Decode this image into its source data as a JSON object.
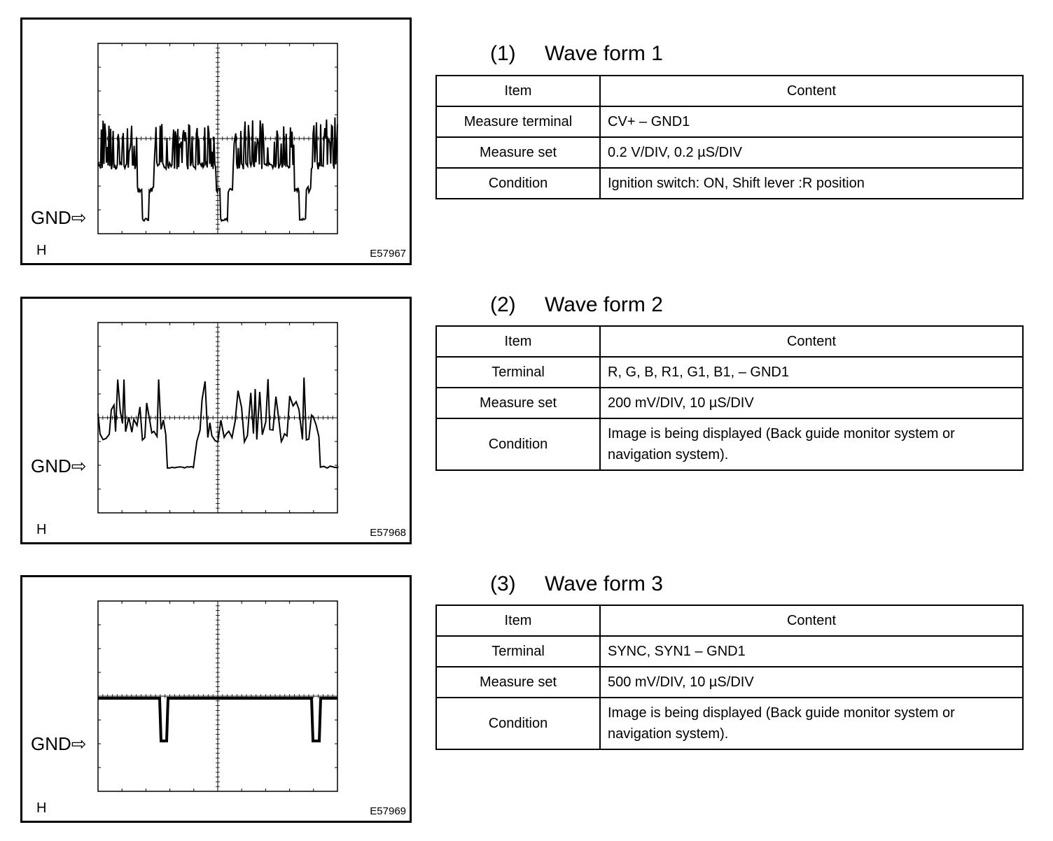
{
  "panels": [
    {
      "gnd_label": "GND",
      "h_label": "H",
      "figure_code": "E57967",
      "title_num": "(1)",
      "title": "Wave form 1",
      "header": {
        "item": "Item",
        "content": "Content"
      },
      "rows": [
        {
          "item": "Measure terminal",
          "content": "CV+ – GND1"
        },
        {
          "item": "Measure set",
          "content": "0.2 V/DIV, 0.2 µS/DIV"
        },
        {
          "item": "Condition",
          "content": "Ignition switch: ON, Shift lever :R position"
        }
      ],
      "waveform": "composite-video"
    },
    {
      "gnd_label": "GND",
      "h_label": "H",
      "figure_code": "E57968",
      "title_num": "(2)",
      "title": "Wave form 2",
      "header": {
        "item": "Item",
        "content": "Content"
      },
      "rows": [
        {
          "item": "Terminal",
          "content": "R, G, B, R1, G1, B1, – GND1"
        },
        {
          "item": "Measure set",
          "content": "200 mV/DIV, 10 µS/DIV"
        },
        {
          "item": "Condition",
          "content": "Image is being displayed (Back guide monitor system or navigation system)."
        }
      ],
      "waveform": "rgb-signal"
    },
    {
      "gnd_label": "GND",
      "h_label": "H",
      "figure_code": "E57969",
      "title_num": "(3)",
      "title": "Wave form 3",
      "header": {
        "item": "Item",
        "content": "Content"
      },
      "rows": [
        {
          "item": "Terminal",
          "content": "SYNC, SYN1 – GND1"
        },
        {
          "item": "Measure set",
          "content": "500 mV/DIV, 10 µS/DIV"
        },
        {
          "item": "Condition",
          "content": "Image is being displayed (Back guide monitor system or navigation system)."
        }
      ],
      "waveform": "sync-pulse"
    }
  ]
}
